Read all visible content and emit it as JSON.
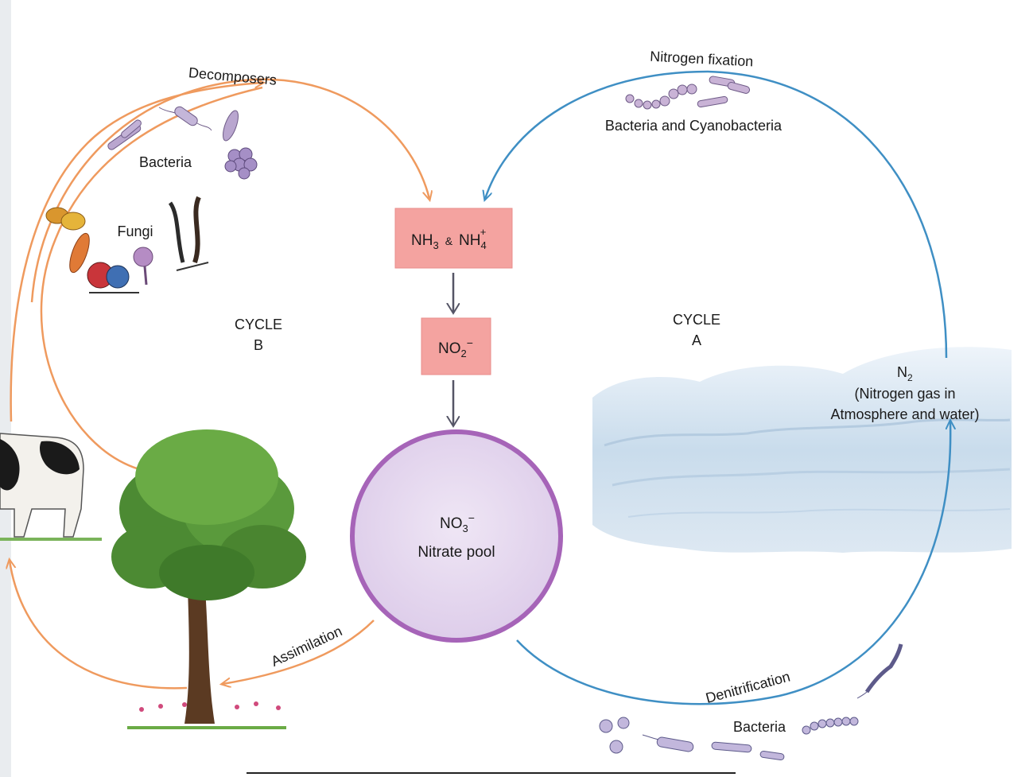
{
  "labels": {
    "decomposers": "Decomposers",
    "nitrogen_fixation": "Nitrogen fixation",
    "bacteria_cyanobacteria": "Bacteria and Cyanobacteria",
    "bacteria_top": "Bacteria",
    "fungi": "Fungi",
    "cycle_b_line1": "CYCLE",
    "cycle_b_line2": "B",
    "cycle_a_line1": "CYCLE",
    "cycle_a_line2": "A",
    "n2_line1": "N",
    "n2_sub": "2",
    "n2_line2": "(Nitrogen gas in",
    "n2_line3": "Atmosphere and water)",
    "assimilation": "Assimilation",
    "denitrification": "Denitrification",
    "bacteria_bottom": "Bacteria"
  },
  "boxes": {
    "ammonia": {
      "nh": "NH",
      "sub3": "3",
      "amp": "&",
      "nh4": "NH",
      "sub4": "4",
      "sup4": "+"
    },
    "nitrite": {
      "no": "NO",
      "sub": "2",
      "sup": "−"
    }
  },
  "pool": {
    "no": "NO",
    "sub": "3",
    "sup": "−",
    "label": "Nitrate pool"
  },
  "colors": {
    "orange_arrow": "#ef9a5e",
    "blue_arrow": "#3f8fc4",
    "box_fill": "#f4a3a0",
    "pool_fill": "#e6d9ef",
    "pool_stroke": "#a664b8",
    "down_arrow": "#555566"
  }
}
